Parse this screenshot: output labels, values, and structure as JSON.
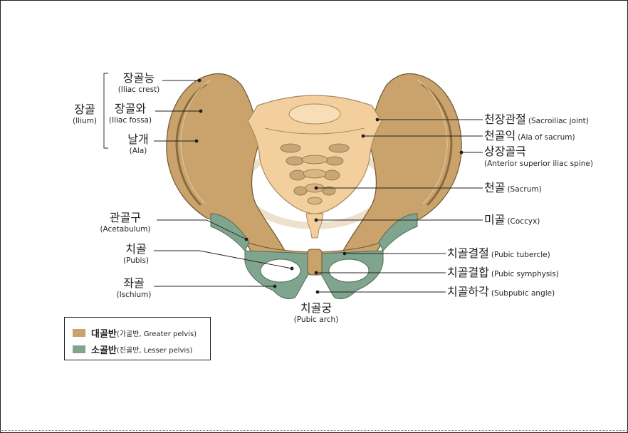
{
  "colors": {
    "greater_pelvis": "#c9a36b",
    "lesser_pelvis": "#7fa58e",
    "bone_dark": "#a8834e",
    "sacrum": "#f2cf9d",
    "sacrum_shade": "#c7a678",
    "outline": "#6f5634"
  },
  "labels": {
    "iliac_crest": {
      "ko": "장골능",
      "en": "(Iliac crest)"
    },
    "iliac_fossa": {
      "ko": "장골와",
      "en": "(Iliac fossa)"
    },
    "ala": {
      "ko": "날개",
      "en": "(Ala)"
    },
    "ilium": {
      "ko": "장골",
      "en": "(Ilium)"
    },
    "acetabulum": {
      "ko": "관골구",
      "en": "(Acetabulum)"
    },
    "pubis": {
      "ko": "치골",
      "en": "(Pubis)"
    },
    "ischium": {
      "ko": "좌골",
      "en": "(Ischium)"
    },
    "pubic_arch": {
      "ko": "치골궁",
      "en": "(Pubic arch)"
    },
    "sacroiliac_joint": {
      "ko": "천장관절",
      "en": "(Sacroiliac joint)"
    },
    "ala_of_sacrum": {
      "ko": "천골익",
      "en": "(Ala of sacrum)"
    },
    "asis": {
      "ko": "상장골극",
      "en": "(Anterior superior iliac spine)"
    },
    "sacrum": {
      "ko": "천골",
      "en": "(Sacrum)"
    },
    "coccyx": {
      "ko": "미골",
      "en": "(Coccyx)"
    },
    "pubic_tubercle": {
      "ko": "치골결절",
      "en": "(Pubic tubercle)"
    },
    "pubic_symphysis": {
      "ko": "치골결합",
      "en": "(Pubic symphysis)"
    },
    "subpubic_angle": {
      "ko": "치골하각",
      "en": "(Subpubic angle)"
    }
  },
  "legend": {
    "greater": {
      "ko": "대골반",
      "sub": "(가골반, Greater pelvis)"
    },
    "lesser": {
      "ko": "소골반",
      "sub": "(진골반, Lesser pelvis)"
    }
  }
}
